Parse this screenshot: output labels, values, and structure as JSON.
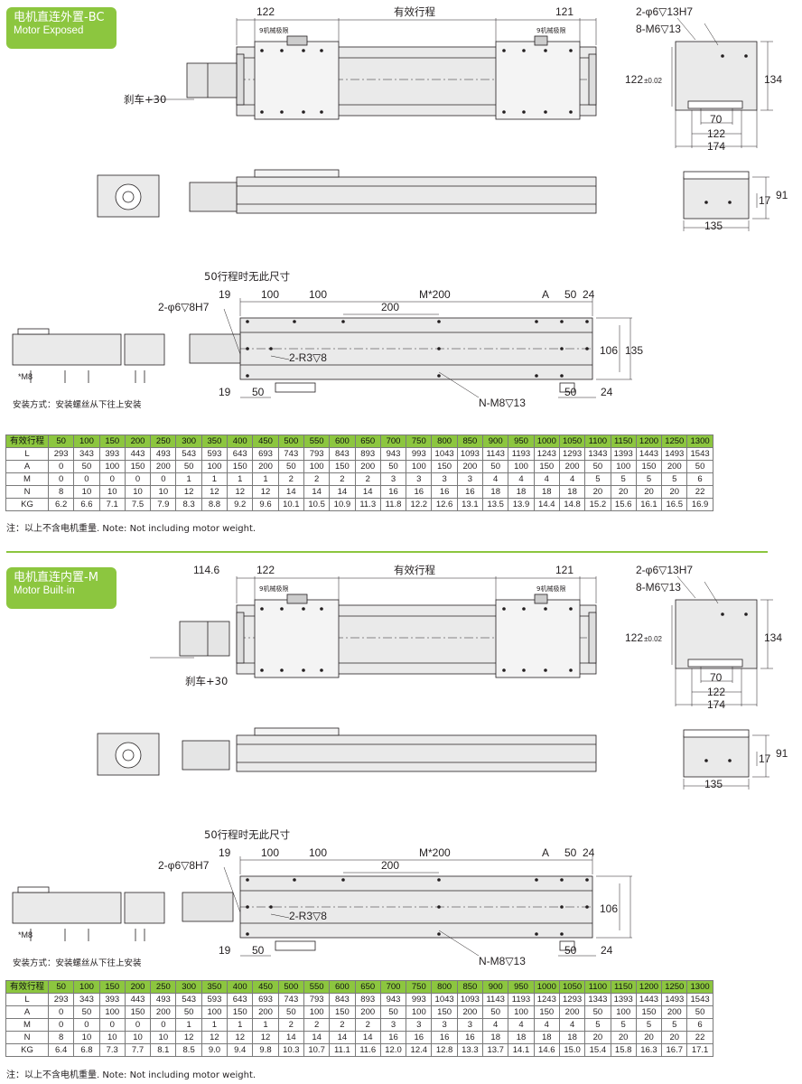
{
  "sections": [
    {
      "title_cn": "电机直连外置-BC",
      "title_en": "Motor Exposed",
      "dim_left": "122",
      "dim_right": "121",
      "dim_stroke": "有效行程",
      "limit_label": "9机械极限",
      "brake": "刹车+30",
      "motor_len": "",
      "end_holes": "2-φ6▽13H7",
      "end_threads": "8-M6▽13",
      "end_w": "122",
      "end_tol": "±0.02",
      "end_h": "134",
      "end_70": "70",
      "end_122b": "122",
      "end_174": "174",
      "side_17": "17",
      "side_91": "91",
      "side_135": "135",
      "bottom_note": "50行程时无此尺寸",
      "b_19": "19",
      "b_100a": "100",
      "b_100b": "100",
      "b_m200": "M*200",
      "b_a": "A",
      "b_50": "50",
      "b_24": "24",
      "b_200": "200",
      "b_pin": "2-φ6▽8H7",
      "b_r3": "2-R3▽8",
      "b_106": "106",
      "b_135": "135",
      "b_19b": "19",
      "b_50b": "50",
      "b_50c": "50",
      "b_24b": "24",
      "b_nm8": "N-M8▽13",
      "install_m8": "*M8",
      "install_label": "安装方式：安装螺丝从下往上安装",
      "note": "注：以上不含电机重量. Note: Not including motor weight."
    },
    {
      "title_cn": "电机直连内置-M",
      "title_en": "Motor Built-in",
      "dim_left": "122",
      "dim_right": "121",
      "dim_stroke": "有效行程",
      "limit_label": "9机械极限",
      "brake": "刹车+30",
      "motor_len": "114.6",
      "end_holes": "2-φ6▽13H7",
      "end_threads": "8-M6▽13",
      "end_w": "122",
      "end_tol": "±0.02",
      "end_h": "134",
      "end_70": "70",
      "end_122b": "122",
      "end_174": "174",
      "side_17": "17",
      "side_91": "91",
      "side_135": "135",
      "bottom_note": "50行程时无此尺寸",
      "b_19": "19",
      "b_100a": "100",
      "b_100b": "100",
      "b_m200": "M*200",
      "b_a": "A",
      "b_50": "50",
      "b_24": "24",
      "b_200": "200",
      "b_pin": "2-φ6▽8H7",
      "b_r3": "2-R3▽8",
      "b_106": "106",
      "b_135": "",
      "b_19b": "19",
      "b_50b": "50",
      "b_50c": "50",
      "b_24b": "24",
      "b_nm8": "N-M8▽13",
      "install_m8": "*M8",
      "install_label": "安装方式：安装螺丝从下往上安装",
      "note": "注：以上不含电机重量. Note: Not including motor weight."
    }
  ],
  "tables": [
    {
      "header_label": "有效行程",
      "strokes": [
        "50",
        "100",
        "150",
        "200",
        "250",
        "300",
        "350",
        "400",
        "450",
        "500",
        "550",
        "600",
        "650",
        "700",
        "750",
        "800",
        "850",
        "900",
        "950",
        "1000",
        "1050",
        "1100",
        "1150",
        "1200",
        "1250",
        "1300"
      ],
      "rows": [
        {
          "label": "L",
          "values": [
            "293",
            "343",
            "393",
            "443",
            "493",
            "543",
            "593",
            "643",
            "693",
            "743",
            "793",
            "843",
            "893",
            "943",
            "993",
            "1043",
            "1093",
            "1143",
            "1193",
            "1243",
            "1293",
            "1343",
            "1393",
            "1443",
            "1493",
            "1543"
          ]
        },
        {
          "label": "A",
          "values": [
            "0",
            "50",
            "100",
            "150",
            "200",
            "50",
            "100",
            "150",
            "200",
            "50",
            "100",
            "150",
            "200",
            "50",
            "100",
            "150",
            "200",
            "50",
            "100",
            "150",
            "200",
            "50",
            "100",
            "150",
            "200",
            "50"
          ]
        },
        {
          "label": "M",
          "values": [
            "0",
            "0",
            "0",
            "0",
            "0",
            "1",
            "1",
            "1",
            "1",
            "2",
            "2",
            "2",
            "2",
            "3",
            "3",
            "3",
            "3",
            "4",
            "4",
            "4",
            "4",
            "5",
            "5",
            "5",
            "5",
            "6"
          ]
        },
        {
          "label": "N",
          "values": [
            "8",
            "10",
            "10",
            "10",
            "10",
            "12",
            "12",
            "12",
            "12",
            "14",
            "14",
            "14",
            "14",
            "16",
            "16",
            "16",
            "16",
            "18",
            "18",
            "18",
            "18",
            "20",
            "20",
            "20",
            "20",
            "22"
          ]
        },
        {
          "label": "KG",
          "values": [
            "6.2",
            "6.6",
            "7.1",
            "7.5",
            "7.9",
            "8.3",
            "8.8",
            "9.2",
            "9.6",
            "10.1",
            "10.5",
            "10.9",
            "11.3",
            "11.8",
            "12.2",
            "12.6",
            "13.1",
            "13.5",
            "13.9",
            "14.4",
            "14.8",
            "15.2",
            "15.6",
            "16.1",
            "16.5",
            "16.9"
          ]
        }
      ]
    },
    {
      "header_label": "有效行程",
      "strokes": [
        "50",
        "100",
        "150",
        "200",
        "250",
        "300",
        "350",
        "400",
        "450",
        "500",
        "550",
        "600",
        "650",
        "700",
        "750",
        "800",
        "850",
        "900",
        "950",
        "1000",
        "1050",
        "1100",
        "1150",
        "1200",
        "1250",
        "1300"
      ],
      "rows": [
        {
          "label": "L",
          "values": [
            "293",
            "343",
            "393",
            "443",
            "493",
            "543",
            "593",
            "643",
            "693",
            "743",
            "793",
            "843",
            "893",
            "943",
            "993",
            "1043",
            "1093",
            "1143",
            "1193",
            "1243",
            "1293",
            "1343",
            "1393",
            "1443",
            "1493",
            "1543"
          ]
        },
        {
          "label": "A",
          "values": [
            "0",
            "50",
            "100",
            "150",
            "200",
            "50",
            "100",
            "150",
            "200",
            "50",
            "100",
            "150",
            "200",
            "50",
            "100",
            "150",
            "200",
            "50",
            "100",
            "150",
            "200",
            "50",
            "100",
            "150",
            "200",
            "50"
          ]
        },
        {
          "label": "M",
          "values": [
            "0",
            "0",
            "0",
            "0",
            "0",
            "1",
            "1",
            "1",
            "1",
            "2",
            "2",
            "2",
            "2",
            "3",
            "3",
            "3",
            "3",
            "4",
            "4",
            "4",
            "4",
            "5",
            "5",
            "5",
            "5",
            "6"
          ]
        },
        {
          "label": "N",
          "values": [
            "8",
            "10",
            "10",
            "10",
            "10",
            "12",
            "12",
            "12",
            "12",
            "14",
            "14",
            "14",
            "14",
            "16",
            "16",
            "16",
            "16",
            "18",
            "18",
            "18",
            "18",
            "20",
            "20",
            "20",
            "20",
            "22"
          ]
        },
        {
          "label": "KG",
          "values": [
            "6.4",
            "6.8",
            "7.3",
            "7.7",
            "8.1",
            "8.5",
            "9.0",
            "9.4",
            "9.8",
            "10.3",
            "10.7",
            "11.1",
            "11.6",
            "12.0",
            "12.4",
            "12.8",
            "13.3",
            "13.7",
            "14.1",
            "14.6",
            "15.0",
            "15.4",
            "15.8",
            "16.3",
            "16.7",
            "17.1"
          ]
        }
      ]
    }
  ],
  "colors": {
    "accent": "#8cc63f",
    "line": "#231f20",
    "fill": "#e9eaea"
  }
}
